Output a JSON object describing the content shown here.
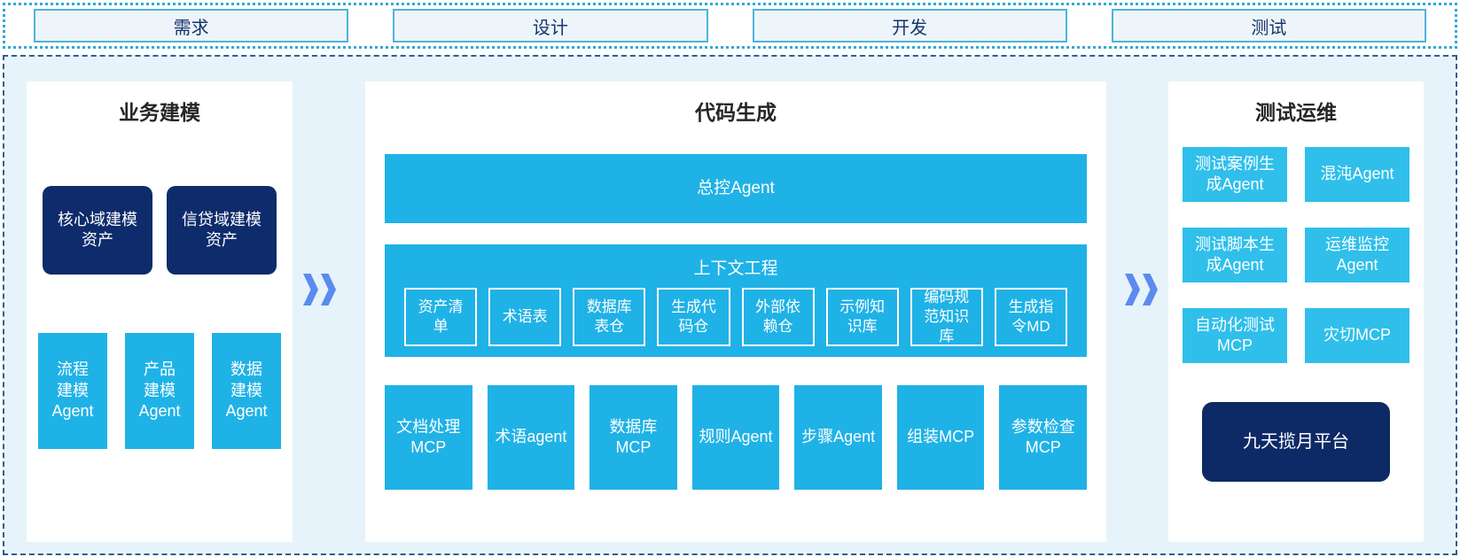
{
  "phases": [
    {
      "label": "需求"
    },
    {
      "label": "设计"
    },
    {
      "label": "开发"
    },
    {
      "label": "测试"
    }
  ],
  "left_panel": {
    "title": "业务建模",
    "asset_boxes": [
      {
        "label": "核心域建模\n资产"
      },
      {
        "label": "信贷域建模\n资产"
      }
    ],
    "agent_boxes": [
      {
        "label": "流程\n建模\nAgent"
      },
      {
        "label": "产品\n建模\nAgent"
      },
      {
        "label": "数据\n建模\nAgent"
      }
    ]
  },
  "middle_panel": {
    "title": "代码生成",
    "master_agent": {
      "label": "总控Agent"
    },
    "context_section": {
      "title": "上下文工程",
      "items": [
        {
          "label": "资产清\n单"
        },
        {
          "label": "术语表"
        },
        {
          "label": "数据库\n表仓"
        },
        {
          "label": "生成代\n码仓"
        },
        {
          "label": "外部依\n赖仓"
        },
        {
          "label": "示例知\n识库"
        },
        {
          "label": "编码规\n范知识\n库"
        },
        {
          "label": "生成指\n令MD"
        }
      ]
    },
    "bottom_row": [
      {
        "label": "文档处理\nMCP"
      },
      {
        "label": "术语agent"
      },
      {
        "label": "数据库\nMCP"
      },
      {
        "label": "规则Agent"
      },
      {
        "label": "步骤Agent"
      },
      {
        "label": "组装MCP"
      },
      {
        "label": "参数检查\nMCP"
      }
    ]
  },
  "right_panel": {
    "title": "测试运维",
    "boxes": [
      {
        "label": "测试案例生\n成Agent"
      },
      {
        "label": "混沌Agent"
      },
      {
        "label": "测试脚本生\n成Agent"
      },
      {
        "label": "运维监控\nAgent"
      },
      {
        "label": "自动化测试\nMCP"
      },
      {
        "label": "灾切MCP"
      }
    ],
    "platform": {
      "label": "九天揽月平台"
    }
  },
  "icons": {
    "flow_arrow": "double-chevron-right"
  },
  "colors": {
    "cyan": "#1fb2e6",
    "cyan_light": "#2fbfea",
    "navy": "#0e2b6b",
    "navy_dark": "#0d2a66",
    "arrow_blue": "#5b8bef",
    "phase_fill": "#eef5fa",
    "phase_border": "#4db3dc",
    "phase_text": "#17356b",
    "strip_border": "#2fa9d9",
    "container_border": "#2f5f8f",
    "container_bg": "#e7f3fa"
  }
}
